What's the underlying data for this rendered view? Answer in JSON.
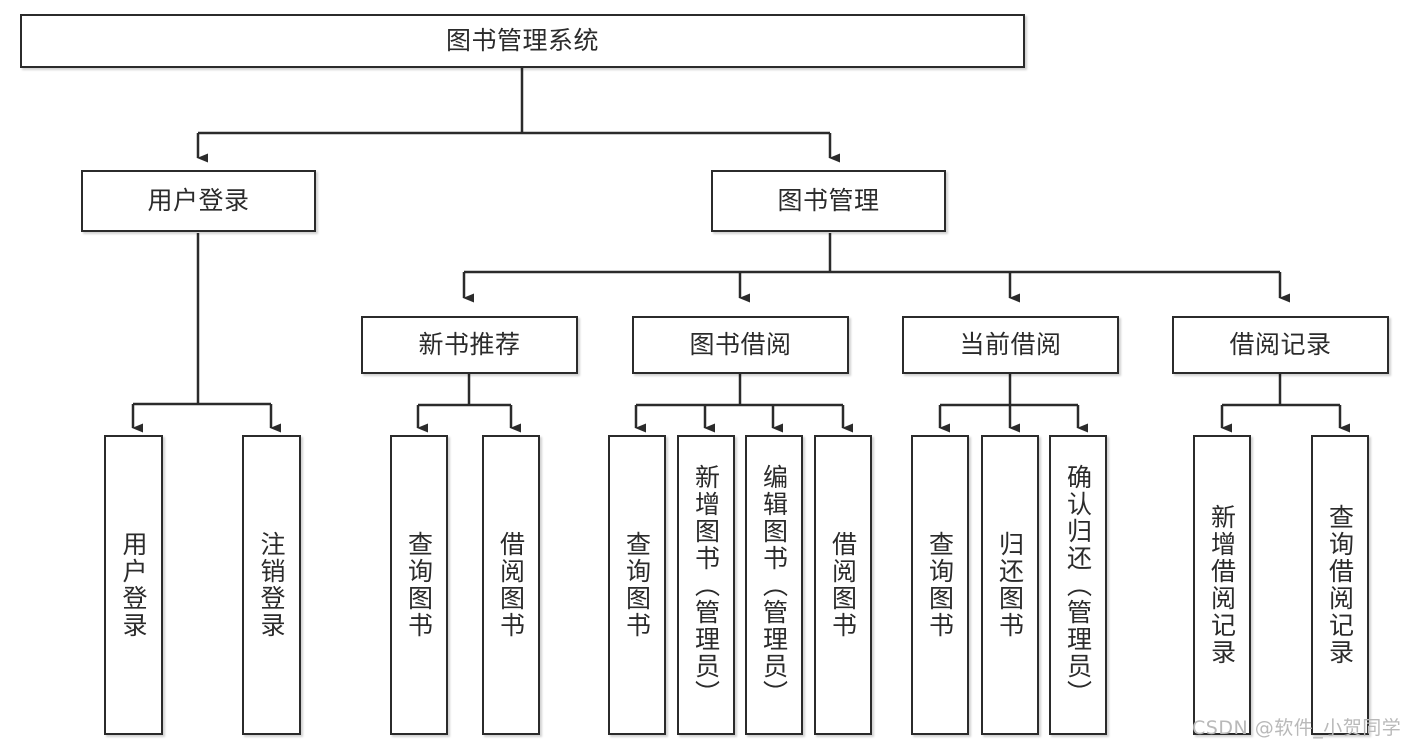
{
  "diagram": {
    "title": "图书管理系统",
    "type": "tree-hierarchy",
    "watermark": "CSDN @软件_小贺同学",
    "colors": {
      "box_border": "#2b2b2b",
      "box_fill": "#ffffff",
      "edge": "#2b2b2b",
      "text": "#2b2b2b",
      "watermark": "#b9b9b9",
      "background": "#ffffff"
    },
    "nodes": {
      "root": {
        "label": "图书管理系统"
      },
      "level2": [
        {
          "label": "用户登录"
        },
        {
          "label": "图书管理"
        }
      ],
      "level3": [
        {
          "label": "新书推荐"
        },
        {
          "label": "图书借阅"
        },
        {
          "label": "当前借阅"
        },
        {
          "label": "借阅记录"
        }
      ],
      "leaves_user_login": [
        {
          "label": "用户登录"
        },
        {
          "label": "注销登录"
        }
      ],
      "leaves_new_book": [
        {
          "label": "查询图书"
        },
        {
          "label": "借阅图书"
        }
      ],
      "leaves_borrow": [
        {
          "label": "查询图书"
        },
        {
          "label": "新增图书（管理员）"
        },
        {
          "label": "编辑图书（管理员）"
        },
        {
          "label": "借阅图书"
        }
      ],
      "leaves_current": [
        {
          "label": "查询图书"
        },
        {
          "label": "归还图书"
        },
        {
          "label": "确认归还（管理员）"
        }
      ],
      "leaves_records": [
        {
          "label": "新增借阅记录"
        },
        {
          "label": "查询借阅记录"
        }
      ]
    }
  }
}
